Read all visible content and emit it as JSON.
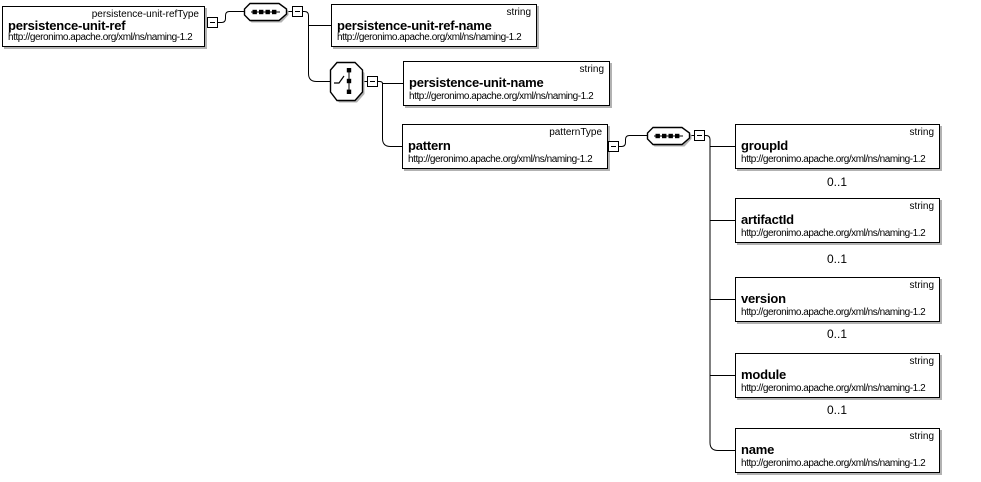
{
  "colors": {
    "background": "#ffffff",
    "box_border": "#000000",
    "box_fill": "#ffffff",
    "shadow": "#b2b2b2",
    "connector": "#000000",
    "text": "#000000"
  },
  "icons": {
    "sequence": "sequence-compositor-icon",
    "choice": "choice-compositor-icon",
    "collapse": "minus"
  },
  "nodes": {
    "persistence_unit_ref": {
      "name": "persistence-unit-ref",
      "type": "persistence-unit-refType",
      "namespace": "http://geronimo.apache.org/xml/ns/naming-1.2"
    },
    "persistence_unit_ref_name": {
      "name": "persistence-unit-ref-name",
      "type": "string",
      "namespace": "http://geronimo.apache.org/xml/ns/naming-1.2"
    },
    "persistence_unit_name": {
      "name": "persistence-unit-name",
      "type": "string",
      "namespace": "http://geronimo.apache.org/xml/ns/naming-1.2"
    },
    "pattern": {
      "name": "pattern",
      "type": "patternType",
      "namespace": "http://geronimo.apache.org/xml/ns/naming-1.2"
    },
    "group_id": {
      "name": "groupId",
      "type": "string",
      "namespace": "http://geronimo.apache.org/xml/ns/naming-1.2",
      "cardinality": "0..1"
    },
    "artifact_id": {
      "name": "artifactId",
      "type": "string",
      "namespace": "http://geronimo.apache.org/xml/ns/naming-1.2",
      "cardinality": "0..1"
    },
    "version": {
      "name": "version",
      "type": "string",
      "namespace": "http://geronimo.apache.org/xml/ns/naming-1.2",
      "cardinality": "0..1"
    },
    "module": {
      "name": "module",
      "type": "string",
      "namespace": "http://geronimo.apache.org/xml/ns/naming-1.2",
      "cardinality": "0..1"
    },
    "name_element": {
      "name": "name",
      "type": "string",
      "namespace": "http://geronimo.apache.org/xml/ns/naming-1.2"
    }
  }
}
